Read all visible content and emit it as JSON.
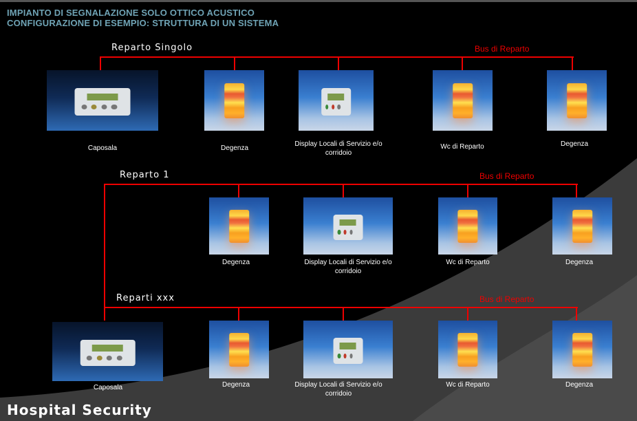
{
  "header": {
    "line1": "IMPIANTO DI SEGNALAZIONE  SOLO  OTTICO ACUSTICO",
    "line2": "CONFIGURAZIONE DI  ESEMPIO:  STRUTTURA DI UN SISTEMA"
  },
  "bus_label": "Bus di Reparto",
  "sections": [
    {
      "label": "Reparto Singolo",
      "nodes": [
        "Caposala",
        "Degenza",
        "Display  Locali  di Servizio e/o corridoio",
        "Wc di Reparto",
        "Degenza"
      ]
    },
    {
      "label": "Reparto 1",
      "nodes": [
        "Degenza",
        "Display  Locali  di Servizio e/o corridoio",
        "Wc di Reparto",
        "Degenza"
      ]
    },
    {
      "label": "Reparti xxx",
      "nodes": [
        "Caposala",
        "Degenza",
        "Display  Locali  di Servizio e/o corridoio",
        "Wc di Reparto",
        "Degenza"
      ]
    }
  ],
  "footer": "Hospital Security",
  "colors": {
    "bus": "#ee0000",
    "title": "#6fa3b5"
  }
}
